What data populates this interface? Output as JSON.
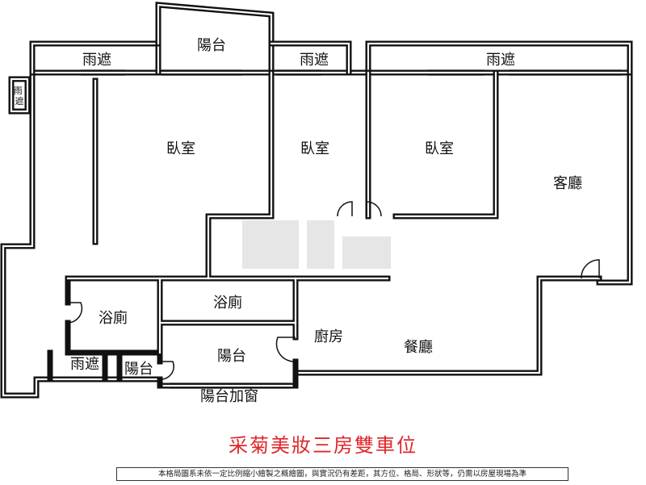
{
  "plan": {
    "rooms": {
      "canopy_top_left": "雨遮",
      "balcony_top": "陽台",
      "canopy_top_mid": "雨遮",
      "canopy_top_right": "雨遮",
      "canopy_side": "雨遮",
      "bedroom_1": "臥室",
      "bedroom_2": "臥室",
      "bedroom_3": "臥室",
      "living_room": "客廳",
      "bathroom_1": "浴廁",
      "bathroom_2": "浴廁",
      "kitchen": "廚房",
      "dining_room": "餐廳",
      "balcony_center": "陽台",
      "canopy_bottom": "雨遮",
      "balcony_small": "陽台",
      "balcony_window": "陽台加窗"
    }
  },
  "title": "采菊美妝三房雙車位",
  "disclaimer": "本格局圖系未依一定比例縮小繪製之概繪圖，與實況仍有差距，其方位、格局、形狀等，仍需以房屋現場為準"
}
